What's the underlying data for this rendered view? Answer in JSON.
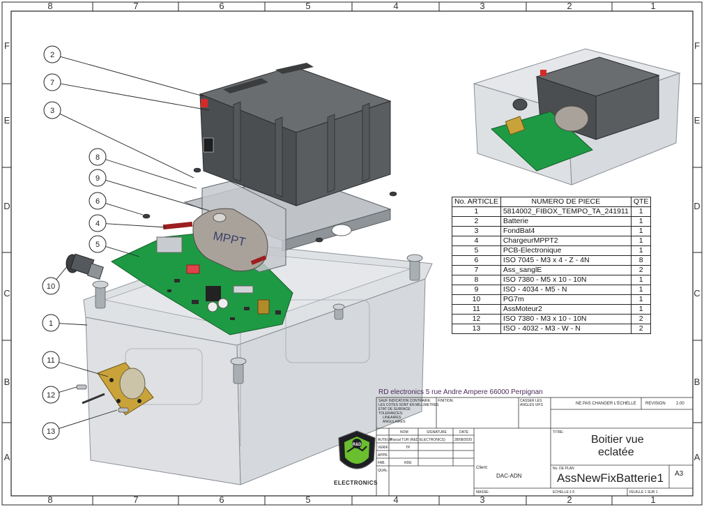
{
  "frame": {
    "zones_top": [
      "8",
      "7",
      "6",
      "5",
      "4",
      "3",
      "2",
      "1"
    ],
    "zones_bottom": [
      "8",
      "7",
      "6",
      "5",
      "4",
      "3",
      "2",
      "1"
    ],
    "zones_side": [
      "F",
      "E",
      "D",
      "C",
      "B",
      "A"
    ]
  },
  "balloons": [
    "2",
    "7",
    "3",
    "8",
    "9",
    "6",
    "4",
    "5",
    "10",
    "1",
    "11",
    "12",
    "13"
  ],
  "mppt_label": "MPPT",
  "bom": {
    "headers": [
      "No. ARTICLE",
      "NUMERO DE PIECE",
      "QTE"
    ],
    "rows": [
      {
        "no": "1",
        "name": "5814002_FIBOX_TEMPO_TA_241911",
        "qty": "1"
      },
      {
        "no": "2",
        "name": "Batterie",
        "qty": "1"
      },
      {
        "no": "3",
        "name": "FondBat4",
        "qty": "1"
      },
      {
        "no": "4",
        "name": "ChargeurMPPT2",
        "qty": "1"
      },
      {
        "no": "5",
        "name": "PCB-Electronique",
        "qty": "1"
      },
      {
        "no": "6",
        "name": "ISO 7045 - M3 x 4 - Z - 4N",
        "qty": "8"
      },
      {
        "no": "7",
        "name": "Ass_sanglE",
        "qty": "2"
      },
      {
        "no": "8",
        "name": "ISO 7380 - M5 x 10 - 10N",
        "qty": "1"
      },
      {
        "no": "9",
        "name": "ISO - 4034 - M5 - N",
        "qty": "1"
      },
      {
        "no": "10",
        "name": "PG7m",
        "qty": "1"
      },
      {
        "no": "11",
        "name": "AssMoteur2",
        "qty": "1"
      },
      {
        "no": "12",
        "name": "ISO 7380 - M3 x 10 - 10N",
        "qty": "2"
      },
      {
        "no": "13",
        "name": "ISO - 4032 - M3 - W - N",
        "qty": "2"
      }
    ]
  },
  "title_block": {
    "company_line": "RD electronics 5 rue Andre Ampere 66000 Perpignan",
    "general_notes": [
      "SAUF INDICATION CONTRAIRE:",
      "LES COTES SONT EN MILLIMETRES",
      "ETAT DE SURFACE:",
      "TOLERANCES:",
      "LINEAIRES:",
      "ANGULAIRES:"
    ],
    "finition_label": "FINITION:",
    "casser_label": [
      "CASSER LES",
      "ANGLES VIFS"
    ],
    "no_scale_label": "NE PAS CHANGER L'ECHELLE",
    "revision_label": "REVISION",
    "revision_value": "2.00",
    "col_nom": "NOM",
    "col_signature": "SIGNATURE",
    "col_date": "DATE",
    "row_auteur": "AUTEUR",
    "author_name": "Pascal TUR (R&D ELECTRONICS)",
    "author_date": "28/08/2020",
    "row_verif": "VERIF.",
    "verif_value": "TP",
    "row_appr": "APPR.",
    "row_fab": "FAB.",
    "fab_value": "RDE",
    "row_qual": "QUAL.",
    "titre_label": "TITRE:",
    "title_line1": "Boitier vue",
    "title_line2": "eclatée",
    "client_label": "Client:",
    "client_value": "DAC-ADN",
    "plan_label": "No. DE PLAN",
    "plan_value": "AssNewFixBatterie1",
    "format_value": "A3",
    "masse_label": "MASSE:",
    "echelle_label": "ECHELLE:1:5",
    "feuille_label": "FEUILLE 1 SUR 1",
    "logo_text": "R&D",
    "logo_brand": "ELECTRONICS"
  }
}
